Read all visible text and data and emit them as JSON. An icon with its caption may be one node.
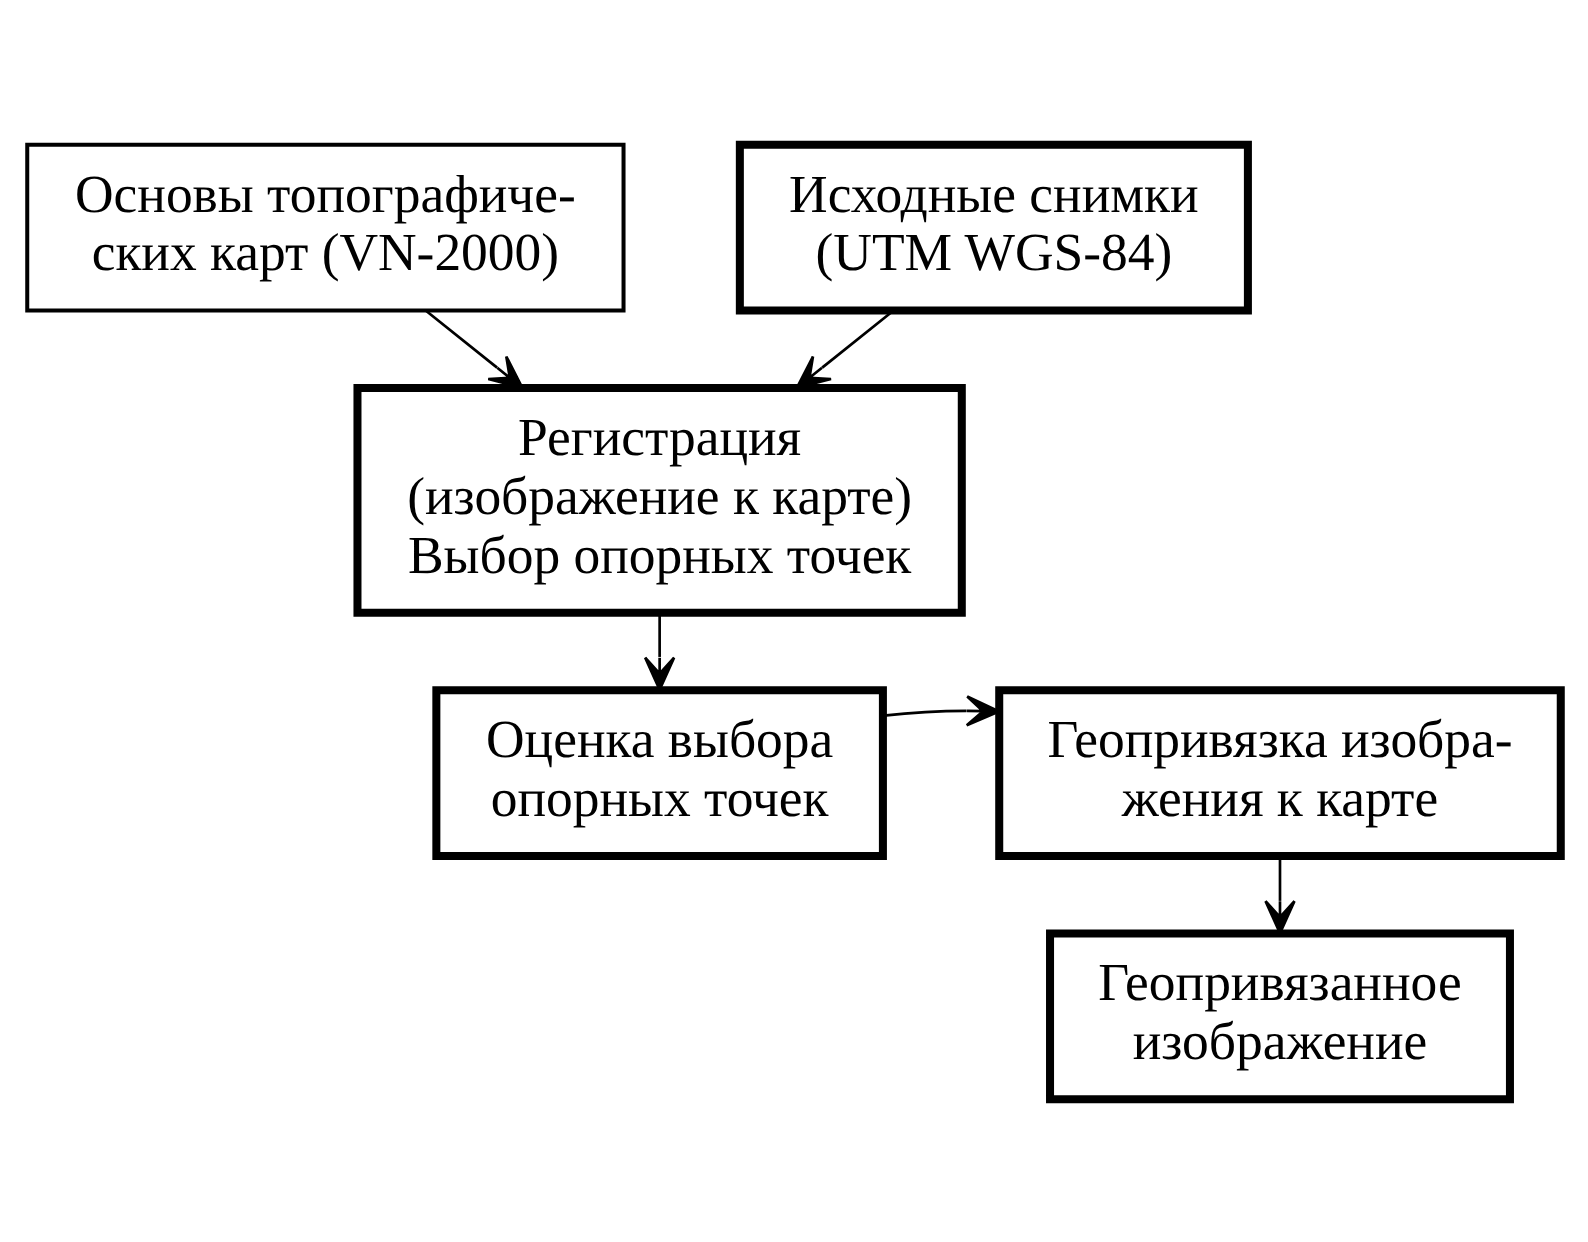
{
  "diagram": {
    "nodes": [
      {
        "text": [
          "Основы топографиче- ских карт (VN-2000)"
        ]
      },
      {
        "text": [
          "Исходные снимки (UTM WGS-84)"
        ]
      },
      {
        "text": [
          "Регистрация (изображение к карте) Выбор опорных точек"
        ]
      },
      {
        "text": [
          "Геопривязка изобра- жения к карте"
        ]
      },
      {
        "text": [
          "Оценка выбора опорных точек"
        ]
      },
      {
        "text": [
          "Геопривязанное изображение"
        ]
      }
    ],
    "edges": [
      {
        "from": 0,
        "to": 2,
        "arrow": "to"
      },
      {
        "from": 1,
        "to": 2,
        "arrow": "to"
      },
      {
        "from": 2,
        "to": 4,
        "arrow": "to"
      },
      {
        "from": 4,
        "to": 3,
        "arrow": "to"
      },
      {
        "from": 3,
        "to": 5,
        "arrow": "to"
      }
    ]
  }
}
